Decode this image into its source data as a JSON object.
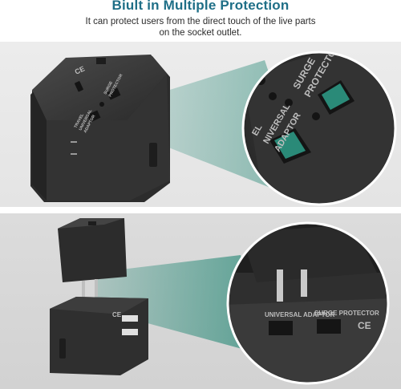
{
  "header": {
    "title": "Biult in Multiple Protection",
    "subtitle": "It can protect users from the direct touch of the live parts on the socket outlet."
  },
  "product_print": {
    "ce_mark": "CE",
    "surge_protector_line1": "SURGE",
    "surge_protector_line2": "PROTECTOR",
    "travel_line1": "TRAVEL",
    "universal_line1": "UNIVERSAL",
    "adaptor_line1": "ADAPTOR",
    "zoom_travel_fragment": "EL",
    "zoom_universal_fragment": "NIVERSAL",
    "zoom_adaptor_fragment": "ADAPTOR",
    "bottom_universal": "UNIVERSAL ADAPTOR",
    "bottom_surge": "SURGE PROTECTOR"
  },
  "colors": {
    "title": "#1f6f87",
    "teal_highlight": "#2a8a78",
    "device_body": "#3a3a3a",
    "background_top": "#e6e6e6",
    "background_bottom": "#d6d6d6"
  }
}
